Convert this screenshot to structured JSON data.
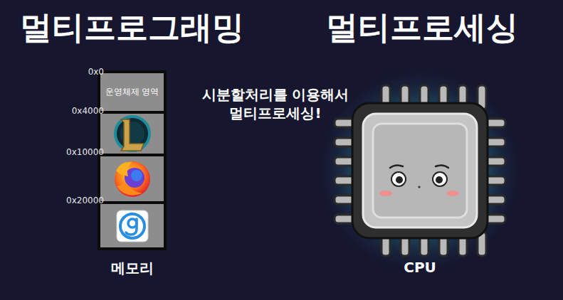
{
  "diagram": {
    "nodes": [
      {
        "text": [
          "메모리"
        ]
      },
      {
        "text": [
          "운영체제 영역"
        ],
        "in": 0
      },
      {
        "text": [
          "CPU"
        ]
      }
    ],
    "labels": [
      "멀티프로그래밍",
      "멀티프로세싱",
      "0x0",
      "0x4000",
      "0x10000",
      "0x20000",
      "시분할처리를 이용해서 멀티프로세싱!"
    ]
  }
}
